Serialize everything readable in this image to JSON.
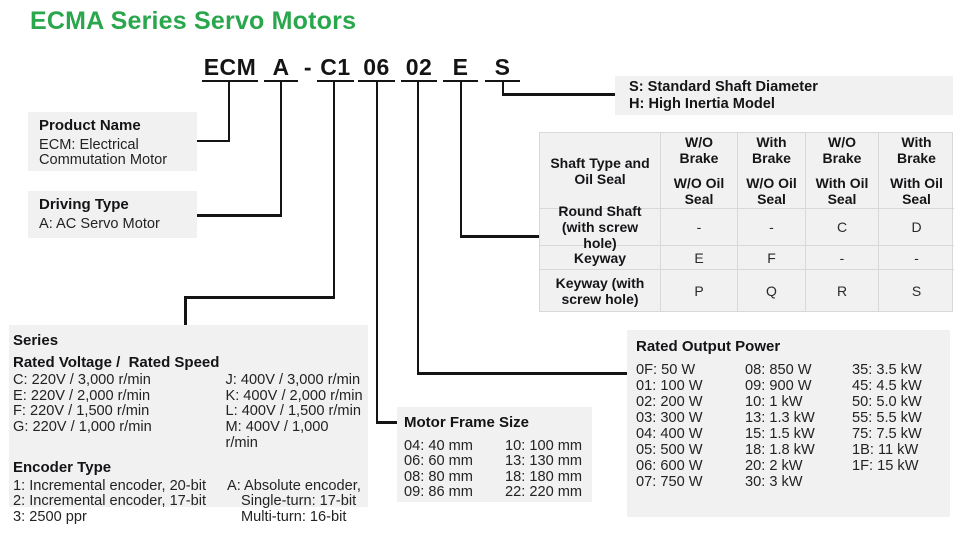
{
  "colors": {
    "accent_green": "#2aa74c",
    "box_bg": "#f1f1f2",
    "line": "#141414"
  },
  "title": "ECMA Series Servo Motors",
  "code": {
    "segments": [
      "ECM",
      "A",
      "-",
      "C1",
      "06",
      "02",
      "E",
      "S"
    ]
  },
  "product_name": {
    "title": "Product Name",
    "lines": [
      "ECM: Electrical",
      "Commutation Motor"
    ]
  },
  "driving_type": {
    "title": "Driving Type",
    "lines": [
      "A: AC Servo Motor"
    ]
  },
  "shaft_note": {
    "lines": [
      "S: Standard Shaft Diameter",
      "H: High Inertia Model"
    ]
  },
  "series": {
    "title": "Series",
    "voltage_title": "Rated Voltage /  Rated Speed",
    "voltage_left": [
      "C: 220V / 3,000 r/min",
      "E: 220V / 2,000 r/min",
      "F: 220V / 1,500 r/min",
      "G: 220V / 1,000 r/min"
    ],
    "voltage_right": [
      "J: 400V / 3,000 r/min",
      "K: 400V / 2,000 r/min",
      "L: 400V / 1,500 r/min",
      "M: 400V / 1,000 r/min"
    ],
    "encoder_title": "Encoder Type",
    "encoder_left": [
      "1: Incremental encoder, 20-bit",
      "2: Incremental encoder, 17-bit",
      "3: 2500 ppr"
    ],
    "encoder_right": [
      "A: Absolute encoder,",
      "Single-turn: 17-bit",
      "Multi-turn: 16-bit"
    ]
  },
  "motor_frame": {
    "title": "Motor Frame Size",
    "col1": [
      "04: 40 mm",
      "06: 60 mm",
      "08: 80 mm",
      "09: 86 mm"
    ],
    "col2": [
      "10: 100 mm",
      "13: 130 mm",
      "18: 180 mm",
      "22: 220 mm"
    ]
  },
  "rated_power": {
    "title": "Rated Output Power",
    "col1": [
      "0F: 50 W",
      "01: 100 W",
      "02: 200 W",
      "03: 300 W",
      "04: 400 W",
      "05: 500 W",
      "06: 600 W",
      "07: 750 W"
    ],
    "col2": [
      "08: 850 W",
      "09: 900 W",
      "10: 1 kW",
      "13: 1.3 kW",
      "15: 1.5 kW",
      "18: 1.8 kW",
      "20: 2 kW",
      "30: 3 kW"
    ],
    "col3": [
      "35: 3.5 kW",
      "45: 4.5 kW",
      "50: 5.0 kW",
      "55: 5.5 kW",
      "75: 7.5 kW",
      "1B: 11 kW",
      "1F: 15 kW"
    ]
  },
  "shaft_table": {
    "corner_label": "Shaft Type and Oil Seal",
    "col_headers": [
      {
        "top": "W/O Brake",
        "bottom": "W/O Oil Seal"
      },
      {
        "top": "With Brake",
        "bottom": "W/O Oil Seal"
      },
      {
        "top": "W/O Brake",
        "bottom": "With Oil Seal"
      },
      {
        "top": "With Brake",
        "bottom": "With Oil Seal"
      }
    ],
    "rows": [
      {
        "label": "Round Shaft (with screw hole)",
        "values": [
          "-",
          "-",
          "C",
          "D"
        ]
      },
      {
        "label": "Keyway",
        "values": [
          "E",
          "F",
          "-",
          "-"
        ]
      },
      {
        "label": "Keyway (with screw hole)",
        "values": [
          "P",
          "Q",
          "R",
          "S"
        ]
      }
    ]
  }
}
